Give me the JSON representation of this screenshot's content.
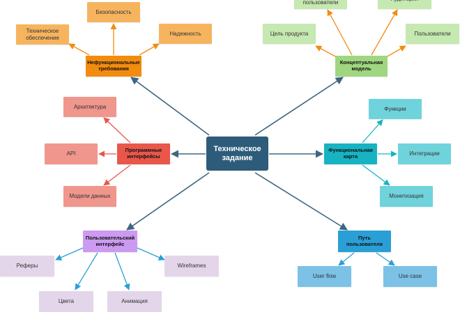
{
  "diagram": {
    "root": {
      "label": "Техническое задание",
      "color": "#2d5c7a"
    },
    "branches": [
      {
        "key": "nonfunctional",
        "label": "Нефункциональные требования",
        "color": "#f28c0f",
        "leaf_color": "#f7b45e",
        "children": [
          "Безопасность",
          "Техническое обеспечение",
          "Надежность"
        ]
      },
      {
        "key": "conceptual",
        "label": "Концептуальная модель",
        "color": "#9fd67f",
        "leaf_color": "#c6e8b1",
        "children": [
          "Целевые пользователи",
          "Аудитория",
          "Цель продукта",
          "Пользователи"
        ]
      },
      {
        "key": "programming",
        "label": "Программные интерфейсы",
        "color": "#e8574a",
        "leaf_color": "#f0968d",
        "children": [
          "Архитектура",
          "API",
          "Модели данных"
        ]
      },
      {
        "key": "functional",
        "label": "Функциональная карта",
        "color": "#17b3c2",
        "leaf_color": "#6fd3dc",
        "children": [
          "Функции",
          "Интеграции",
          "Монетизация"
        ]
      },
      {
        "key": "user_interface",
        "label": "Пользовательский интерфейс",
        "color": "#cc9af0",
        "leaf_color": "#e4d6ea",
        "children": [
          "Реферы",
          "Wireframes",
          "Цвета",
          "Анимация"
        ]
      },
      {
        "key": "user_path",
        "label": "Путь пользователя",
        "color": "#2a9fd6",
        "leaf_color": "#7cc1e6",
        "children": [
          "User flow",
          "Use case"
        ]
      }
    ],
    "edge_colors": {
      "root": "#3d6680",
      "nonfunctional": "#f28c0f",
      "conceptual": "#f28c0f",
      "programming": "#e8574a",
      "functional": "#17b3c2",
      "user_interface": "#2a9fd6",
      "user_path": "#2a9fd6"
    }
  }
}
